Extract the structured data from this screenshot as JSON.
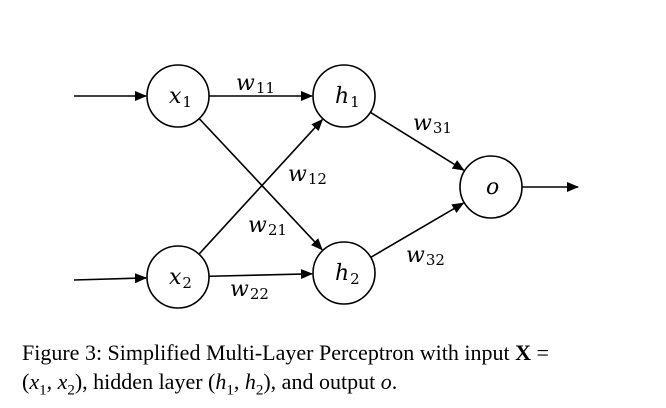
{
  "diagram": {
    "nodes": [
      {
        "id": "x1",
        "name": "x",
        "sub": "1",
        "role": "input"
      },
      {
        "id": "x2",
        "name": "x",
        "sub": "2",
        "role": "input"
      },
      {
        "id": "h1",
        "name": "h",
        "sub": "1",
        "role": "hidden"
      },
      {
        "id": "h2",
        "name": "h",
        "sub": "2",
        "role": "hidden"
      },
      {
        "id": "o",
        "name": "o",
        "sub": "",
        "role": "output"
      }
    ],
    "edges": [
      {
        "from": "in1",
        "to": "x1",
        "label": ""
      },
      {
        "from": "in2",
        "to": "x2",
        "label": ""
      },
      {
        "from": "x1",
        "to": "h1",
        "label": "w",
        "sub": "11"
      },
      {
        "from": "x2",
        "to": "h1",
        "label": "w",
        "sub": "12"
      },
      {
        "from": "x1",
        "to": "h2",
        "label": "w",
        "sub": "21"
      },
      {
        "from": "x2",
        "to": "h2",
        "label": "w",
        "sub": "22"
      },
      {
        "from": "h1",
        "to": "o",
        "label": "w",
        "sub": "31"
      },
      {
        "from": "h2",
        "to": "o",
        "label": "w",
        "sub": "32"
      },
      {
        "from": "o",
        "to": "out",
        "label": ""
      }
    ],
    "colors": {
      "stroke": "#000000",
      "fill": "#ffffff"
    }
  },
  "caption": {
    "line1_prefix": "Figure 3: Simplified Multi-Layer Perceptron with input ",
    "line1_symbol": "X",
    "line1_suffix": " =",
    "line2_open": "(",
    "x1_name": "x",
    "x1_sub": "1",
    "sep": ", ",
    "x2_name": "x",
    "x2_sub": "2",
    "line2_mid": "), hidden layer (",
    "h1_name": "h",
    "h1_sub": "1",
    "h2_name": "h",
    "h2_sub": "2",
    "line2_end": "), and output ",
    "o_name": "o",
    "period": "."
  }
}
